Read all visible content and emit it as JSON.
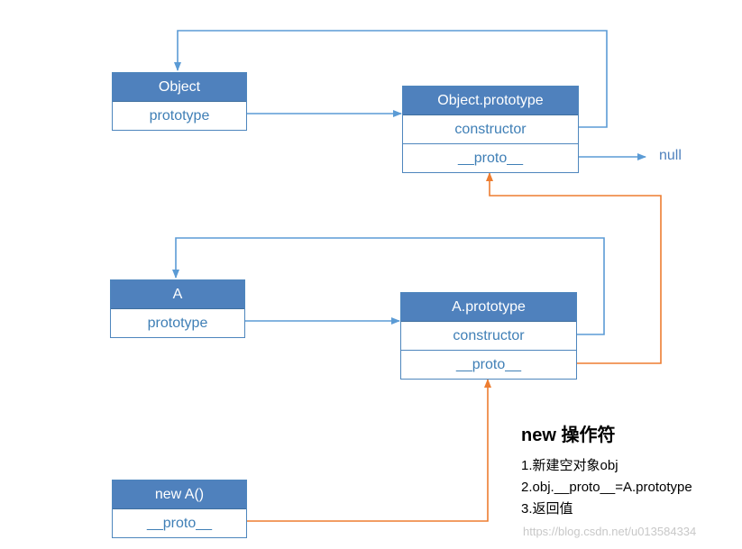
{
  "boxes": {
    "object": {
      "title": "Object",
      "rows": [
        "prototype"
      ]
    },
    "object_prototype": {
      "title": "Object.prototype",
      "rows": [
        "constructor",
        "__proto__"
      ]
    },
    "a": {
      "title": "A",
      "rows": [
        "prototype"
      ]
    },
    "a_prototype": {
      "title": "A.prototype",
      "rows": [
        "constructor",
        "__proto__"
      ]
    },
    "new_a": {
      "title": "new A()",
      "rows": [
        "__proto__"
      ]
    }
  },
  "null_label": "null",
  "note": {
    "title": "new 操作符",
    "steps": [
      "1.新建空对象obj",
      "2.obj.__proto__=A.prototype",
      "3.返回值"
    ]
  },
  "watermark": "https://blog.csdn.net/u013584334",
  "colors": {
    "blue_arrow": "#5b9bd5",
    "orange_arrow": "#ed7d31",
    "header_fill": "#4f81bd"
  }
}
